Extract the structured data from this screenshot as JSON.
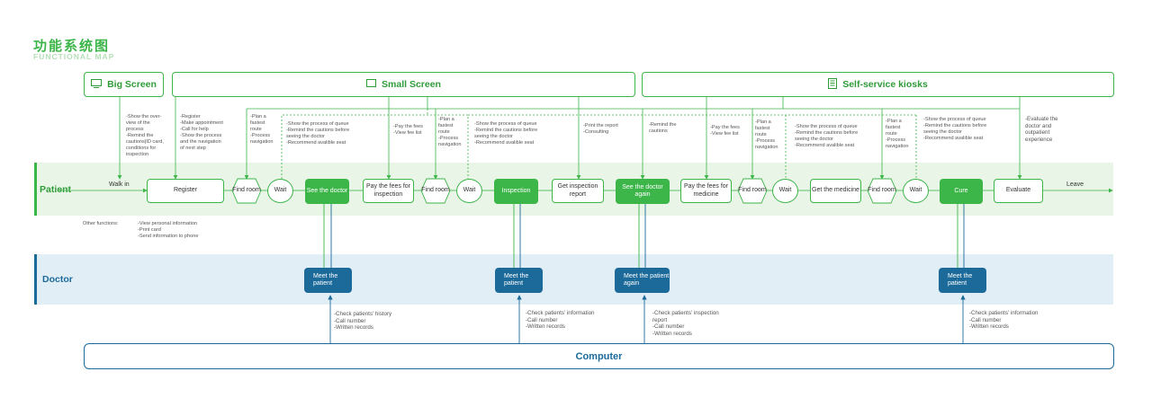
{
  "header": {
    "title_cn": "功能系统图",
    "title_en": "FUNCTIONAL MAP"
  },
  "devices": {
    "big_screen": "Big Screen",
    "small_screen": "Small Screen",
    "kiosk": "Self-service kiosks"
  },
  "lanes": {
    "patient": "Patient",
    "doctor": "Doctor"
  },
  "flow": {
    "walk_in": "Walk in",
    "leave": "Leave",
    "register": "Register",
    "find_room": "Find room",
    "wait": "Wait",
    "see_doctor": "See the doctor",
    "pay_inspection": "Pay the fees for inspection",
    "inspection": "Inspection",
    "get_report": "Get inspection report",
    "see_doctor_again": "See the doctor again",
    "pay_medicine": "Pay the fees for medicine",
    "get_medicine": "Get the medicine",
    "cure": "Cure",
    "evaluate": "Evaluate"
  },
  "doctor_nodes": {
    "meet": "Meet the patient",
    "meet_again": "Meet the patient again"
  },
  "notes": {
    "big_screen": [
      "-Show the over-",
      "view of the",
      "process",
      "-Remind the",
      "cautions|ID card,",
      "conditions for",
      "inspection"
    ],
    "register": [
      "-Register",
      "-Make appointment",
      "-Call for help",
      "-Show the process",
      "and the navigation",
      "of next step"
    ],
    "plan_route": [
      "-Plan a",
      "fastest",
      "route",
      "-Process",
      "navigation"
    ],
    "queue": [
      "-Show the process of queue",
      "-Remind the cautions before",
      "seeing the doctor",
      "-Recommend avalible seat"
    ],
    "pay_fees": [
      "-Pay the fees",
      "-View fee list"
    ],
    "print_report": [
      "-Print the report",
      "-Consulting"
    ],
    "remind_cautions": [
      "-Remind the",
      "cautions"
    ],
    "evaluate": [
      "-Evaluate the",
      "doctor and",
      "outpatient",
      "experience"
    ],
    "other_label": "Other functions:",
    "other": [
      "-View personal information",
      "-Print card",
      "-Send information to phone"
    ],
    "computer_1": [
      "-Check patients' history",
      "-Call number",
      "-Written records"
    ],
    "computer_2": [
      "-Check patients' information",
      "-Call number",
      "-Written records"
    ],
    "computer_3": [
      "-Check patients' inspection",
      "report",
      "-Call number",
      "-Written records"
    ],
    "computer_4": [
      "-Check patients' information",
      "-Call number",
      "-Written records"
    ]
  },
  "computer": "Computer",
  "colors": {
    "green": "#3cb549",
    "light_green_band": "#e9f5e6",
    "blue": "#1c6a9a",
    "light_blue_band": "#e2eef6"
  },
  "icons": {
    "big_screen": "monitor-icon",
    "small_screen": "screen-icon",
    "kiosk": "kiosk-icon"
  }
}
